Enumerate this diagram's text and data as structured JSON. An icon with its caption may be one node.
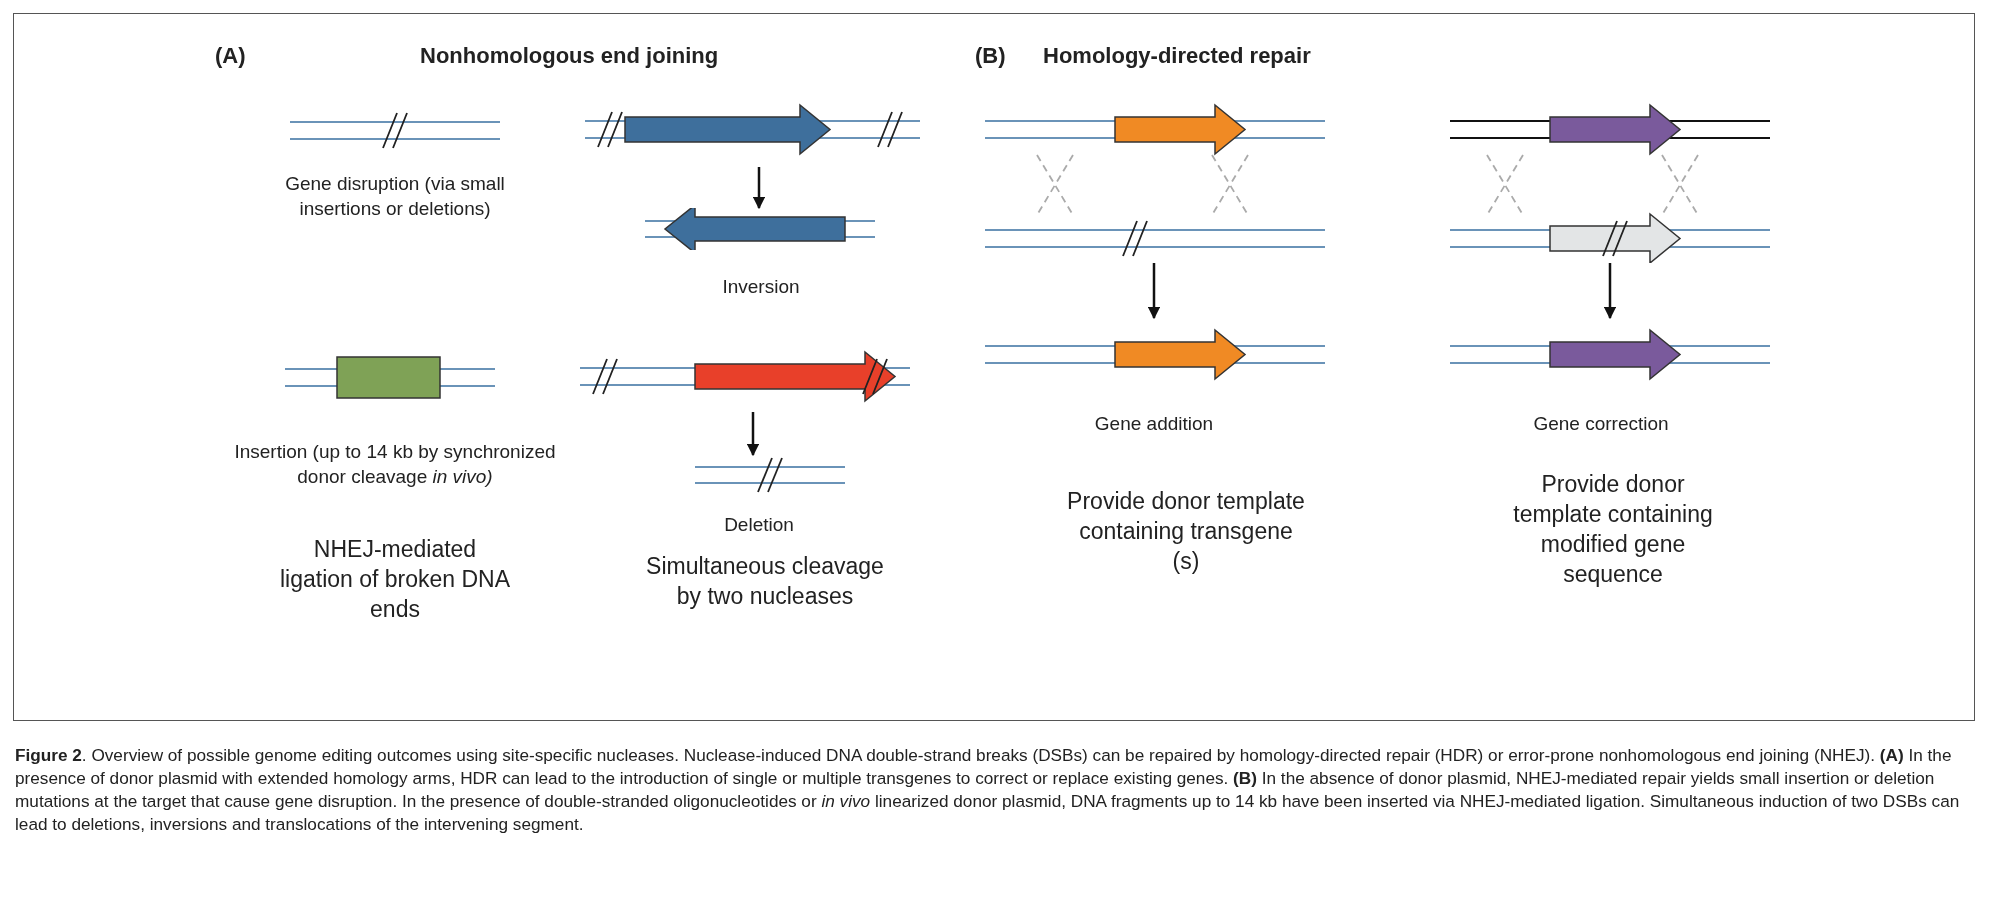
{
  "diagram": {
    "caption": "**Figure 2**. Overview of possible genome editing outcomes using site-specific nucleases. Nuclease-induced DNA double-strand breaks (DSBs) can be repaired by homology-directed repair (HDR) or error-prone nonhomologous end joining (NHEJ). **(A)** In the presence of donor plasmid with extended homology arms, HDR can lead to the introduction of single or multiple transgenes to correct or replace existing genes. **(B)** In the absence of donor plasmid, NHEJ-mediated repair yields small insertion or deletion mutations at the target that cause gene disruption. In the presence of double-stranded oligonucleotides or *in vivo* linearized donor plasmid, DNA fragments up to 14 kb have been inserted via NHEJ-mediated ligation. Simultaneous induction of two DSBs can lead to deletions, inversions and translocations of the intervening segment.",
    "nodes": [
      {
        "text": [],
        "shape": "picture"
      },
      {
        "text": [],
        "shape": "picture"
      },
      {
        "text": [],
        "shape": "picture"
      },
      {
        "text": [],
        "shape": "picture"
      },
      {
        "text": [],
        "shape": "picture"
      },
      {
        "text": [],
        "shape": "picture"
      },
      {
        "text": [],
        "shape": "picture"
      },
      {
        "text": [],
        "shape": "picture"
      }
    ],
    "edges": [
      {
        "from": 0,
        "to": 1,
        "arrow": "to"
      },
      {
        "from": 2,
        "to": 3,
        "arrow": "to"
      },
      {
        "from": 4,
        "to": 5,
        "arrow": "to"
      },
      {
        "from": 6,
        "to": 7,
        "arrow": "to"
      }
    ],
    "labels": [
      "(A)",
      "Nonhomologous end joining",
      "(B)",
      "Homology-directed repair",
      "Gene disruption (via small insertions or deletions)",
      "Inversion",
      "Insertion (up to 14 kb by synchronized donor cleavage *in vivo)*",
      "NHEJ-mediated ligation of broken DNA ends",
      "Deletion",
      "Simultaneous cleavage by two nucleases",
      "Gene addition",
      "Provide donor template containing transgene (s)",
      "Gene correction",
      "Provide donor template containing modified gene sequence"
    ]
  }
}
